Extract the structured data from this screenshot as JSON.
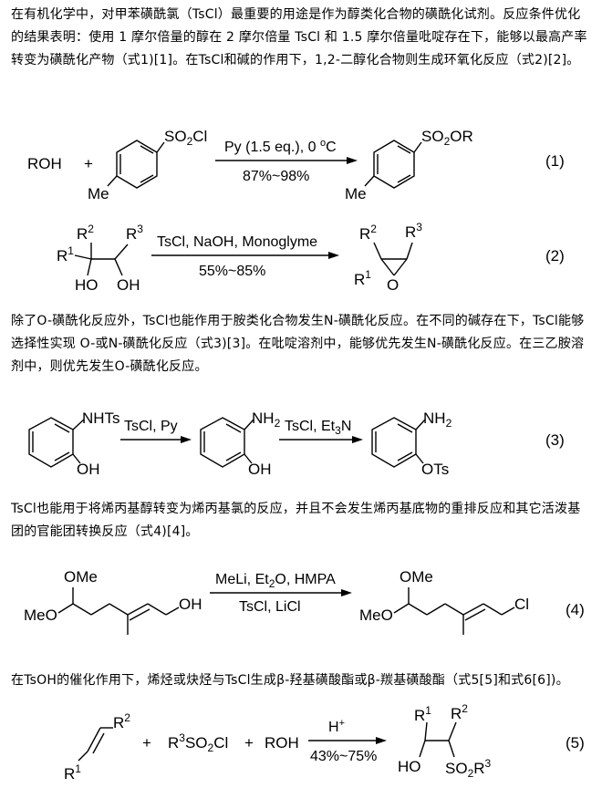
{
  "paragraphs": [
    "在有机化学中，对甲苯磺酰氯（TsCl）最重要的用途是作为醇类化合物的磺酰化试剂。反应条件优化的结果表明：使用 1 摩尔倍量的醇在 2 摩尔倍量 TsCl 和 1.5 摩尔倍量吡啶存在下，能够以最高产率转变为磺酰化产物（式1)[1]。在TsCl和碱的作用下，1,2-二醇化合物则生成环氧化反应（式2)[2]。",
    "除了O-磺酰化反应外，TsCl也能作用于胺类化合物发生N-磺酰化反应。在不同的碱存在下，TsCl能够选择性实现 O-或N-磺酰化反应（式3)[3]。在吡啶溶剂中，能够优先发生N-磺酰化反应。在三乙胺溶剂中，则优先发生O-磺酰化反应。",
    "TsCl也能用于将烯丙基醇转变为烯丙基氯的反应，并且不会发生烯丙基底物的重排反应和其它活泼基团的官能团转换反应（式4)[4]。",
    "在TsOH的催化作用下，烯烃或炔烃与TsCl生成β-羟基磺酸酯或β-羰基磺酸酯（式5[5]和式6[6])。"
  ],
  "schemes": {
    "s1": {
      "number": "(1)",
      "reactant1": "ROH",
      "plus": "+",
      "reagent_group": "SO2Cl",
      "me": "Me",
      "conditions_top": "Py (1.5 eq.), 0 °C",
      "conditions_bottom": "87%~98%",
      "product_group": "SO2OR"
    },
    "s2": {
      "number": "(2)",
      "r1": "R1",
      "r2": "R2",
      "r3": "R3",
      "ho": "HO",
      "oh": "OH",
      "conditions_top": "TsCl, NaOH, Monoglyme",
      "conditions_bottom": "55%~85%",
      "o": "O"
    },
    "s3": {
      "number": "(3)",
      "nhts": "NHTs",
      "oh": "OH",
      "cond1": "TsCl, Py",
      "nh2": "NH2",
      "cond2": "TsCl, Et3N",
      "ots": "OTs"
    },
    "s4": {
      "number": "(4)",
      "ome": "OMe",
      "meo": "MeO",
      "oh": "OH",
      "cond_top": "MeLi, Et2O, HMPA",
      "cond_bottom": "TsCl, LiCl",
      "cl": "Cl"
    },
    "s5": {
      "number": "(5)",
      "r1": "R1",
      "r2": "R2",
      "plus": "+",
      "sulfonyl": "R3SO2Cl",
      "roh": "ROH",
      "cond_top": "H+",
      "cond_bottom": "43%~75%",
      "ho": "HO",
      "so2r3": "SO2R3"
    }
  }
}
